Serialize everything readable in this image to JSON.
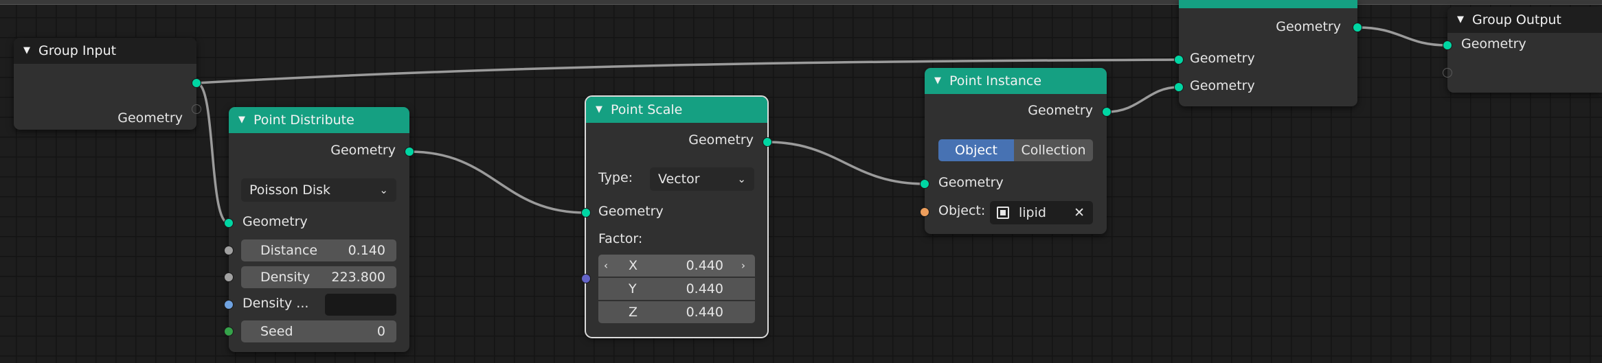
{
  "nodes": {
    "group_input": {
      "title": "Group Input",
      "output": "Geometry"
    },
    "point_distribute": {
      "title": "Point Distribute",
      "output": "Geometry",
      "mode": "Poisson Disk",
      "input_geometry": "Geometry",
      "distance_label": "Distance",
      "distance_value": "0.140",
      "density_label": "Density",
      "density_value": "223.800",
      "density_attr_label": "Density ...",
      "seed_label": "Seed",
      "seed_value": "0"
    },
    "point_scale": {
      "title": "Point Scale",
      "output": "Geometry",
      "type_label": "Type:",
      "type_value": "Vector",
      "input_geometry": "Geometry",
      "factor_label": "Factor:",
      "factor": [
        {
          "label": "X",
          "value": "0.440"
        },
        {
          "label": "Y",
          "value": "0.440"
        },
        {
          "label": "Z",
          "value": "0.440"
        }
      ]
    },
    "point_instance": {
      "title": "Point Instance",
      "output": "Geometry",
      "mode_options": [
        "Object",
        "Collection"
      ],
      "mode_selected": "Object",
      "input_geometry": "Geometry",
      "object_label": "Object:",
      "object_value": "lipid"
    },
    "join_geometry": {
      "output": "Geometry",
      "inputs": [
        "Geometry",
        "Geometry"
      ]
    },
    "group_output": {
      "title": "Group Output",
      "input": "Geometry"
    }
  },
  "colors": {
    "background": "#1d1d1d",
    "grid": "#141414",
    "node_body": "#303030",
    "geometry_header": "#15a082",
    "group_header": "#1e1e1e",
    "socket_geometry": "#00d6a3",
    "socket_float": "#a1a1a1",
    "socket_vector": "#6363c7",
    "socket_integer": "#35a34a",
    "socket_object": "#ed9e5c",
    "link": "#9b9b9b",
    "selected_option": "#4772b3"
  }
}
